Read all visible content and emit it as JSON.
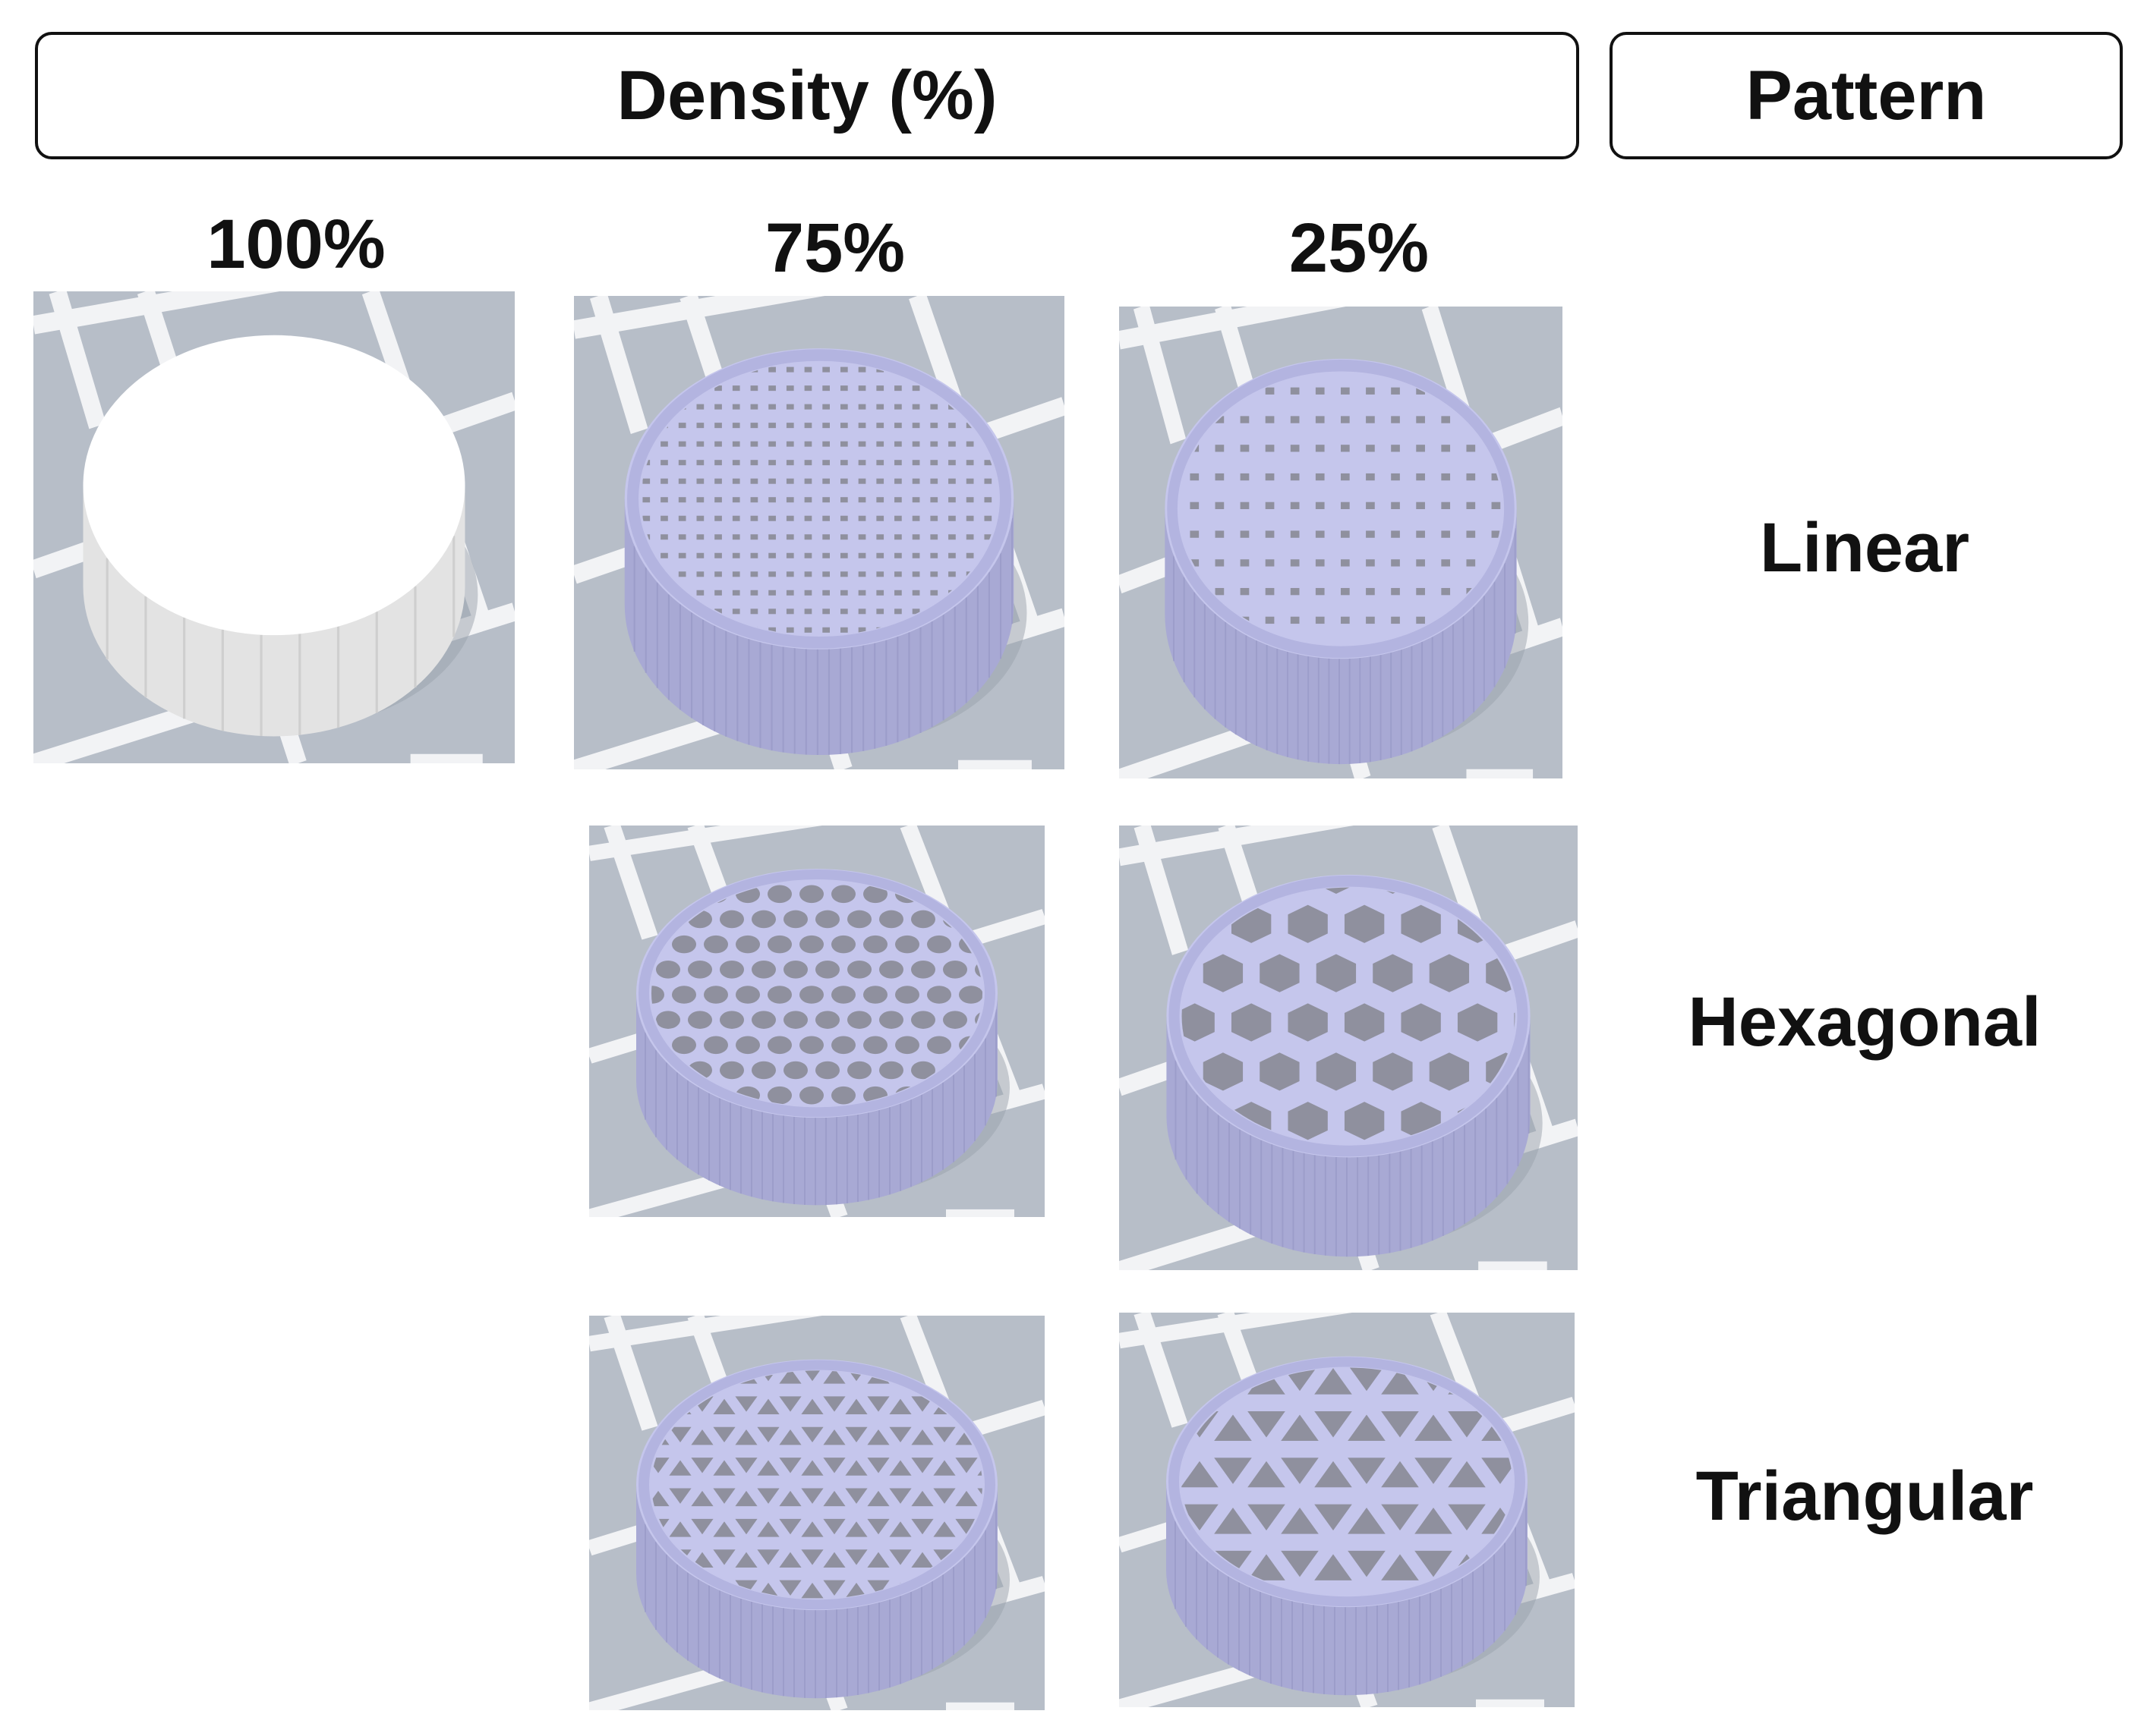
{
  "header": {
    "density_label": "Density (%)",
    "pattern_label": "Pattern"
  },
  "columns": [
    "100%",
    "75%",
    "25%"
  ],
  "rows": [
    "Linear",
    "Hexagonal",
    "Triangular"
  ],
  "colors": {
    "bed": "#b7bec8",
    "bed_lines": "#f2f3f5",
    "solid_top": "#ffffff",
    "solid_side": "#e3e3e3",
    "part_top": "#c5c6ec",
    "part_side": "#a8a9d4",
    "infill_hole": "#8f909e"
  }
}
